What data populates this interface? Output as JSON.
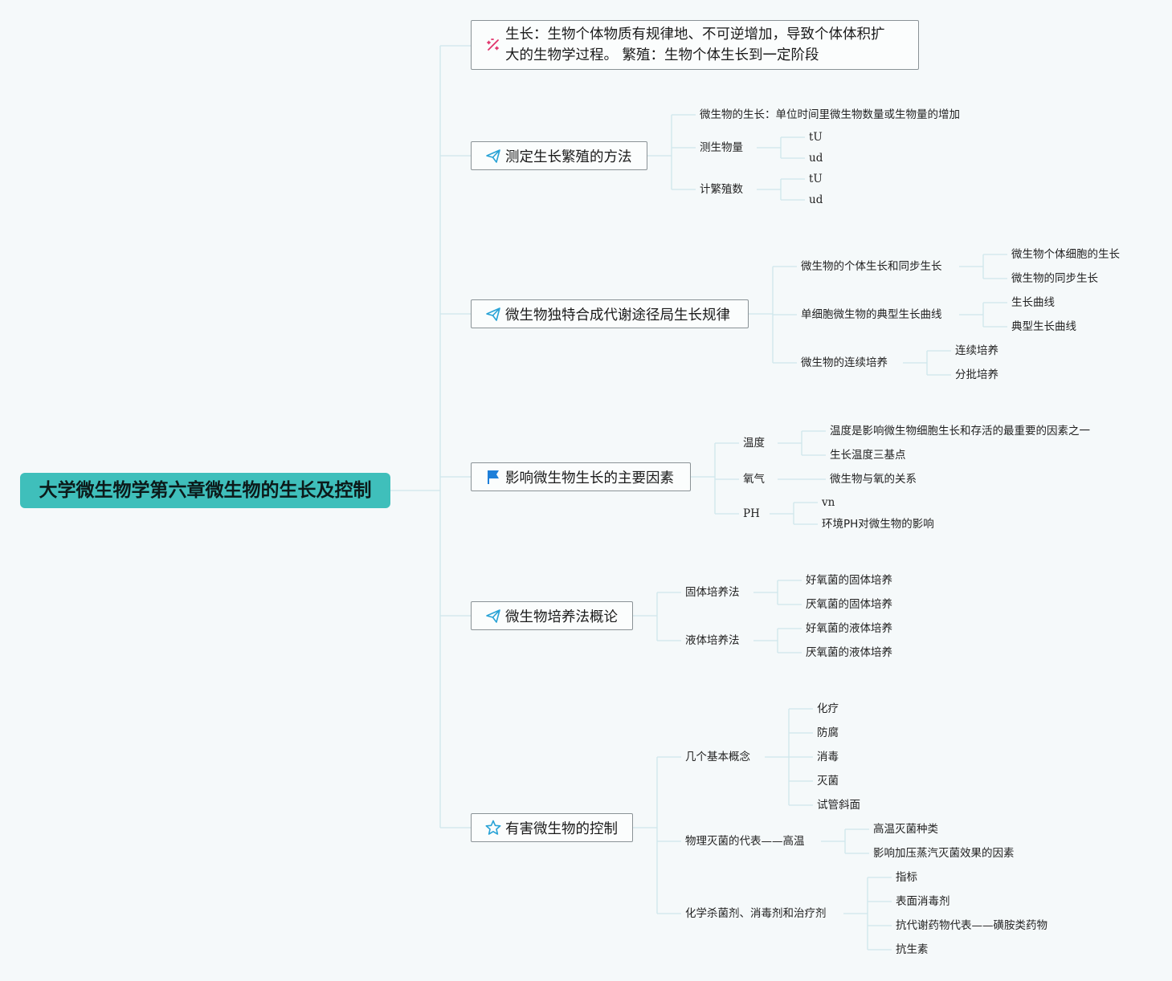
{
  "root": "大学微生物学第六章微生物的生长及控制",
  "b1": {
    "line1": "生长：生物个体物质有规律地、不可逆增加，导致个体体积扩",
    "line2": "大的生物学过程。 繁殖：生物个体生长到一定阶段"
  },
  "b2": {
    "title": "测定生长繁殖的方法",
    "c1": "微生物的生长：单位时间里微生物数量或生物量的增加",
    "c2": "测生物量",
    "c2a": "tU",
    "c2b": "ud",
    "c3": "计繁殖数",
    "c3a": "tU",
    "c3b": "ud"
  },
  "b3": {
    "title": "微生物独特合成代谢途径局生长规律",
    "c1": "微生物的个体生长和同步生长",
    "c1a": "微生物个体细胞的生长",
    "c1b": "微生物的同步生长",
    "c2": "单细胞微生物的典型生长曲线",
    "c2a": "生长曲线",
    "c2b": "典型生长曲线",
    "c3": "微生物的连续培养",
    "c3a": "连续培养",
    "c3b": "分批培养"
  },
  "b4": {
    "title": "影响微生物生长的主要因素",
    "c1": "温度",
    "c1a": "温度是影响微生物细胞生长和存活的最重要的因素之一",
    "c1b": "生长温度三基点",
    "c2": "氧气",
    "c2a": "微生物与氧的关系",
    "c3": "PH",
    "c3a": "vn",
    "c3b": "环境PH对微生物的影响"
  },
  "b5": {
    "title": "微生物培养法概论",
    "c1": "固体培养法",
    "c1a": "好氧菌的固体培养",
    "c1b": "厌氧菌的固体培养",
    "c2": "液体培养法",
    "c2a": "好氧菌的液体培养",
    "c2b": "厌氧菌的液体培养"
  },
  "b6": {
    "title": "有害微生物的控制",
    "c1": "几个基本概念",
    "c1a": "化疗",
    "c1b": "防腐",
    "c1c": "消毒",
    "c1d": "灭菌",
    "c1e": "试管斜面",
    "c2": "物理灭菌的代表——高温",
    "c2a": "高温灭菌种类",
    "c2b": "影响加压蒸汽灭菌效果的因素",
    "c3": "化学杀菌剂、消毒剂和治疗剂",
    "c3a": "指标",
    "c3b": "表面消毒剂",
    "c3c": "抗代谢药物代表——磺胺类药物",
    "c3d": "抗生素"
  },
  "colors": {
    "root": "#3fbfbb",
    "line": "#cfe6ec",
    "icon": "#29a3d6",
    "flag": "#1e7fd9",
    "sparkle": "#e0336b"
  }
}
